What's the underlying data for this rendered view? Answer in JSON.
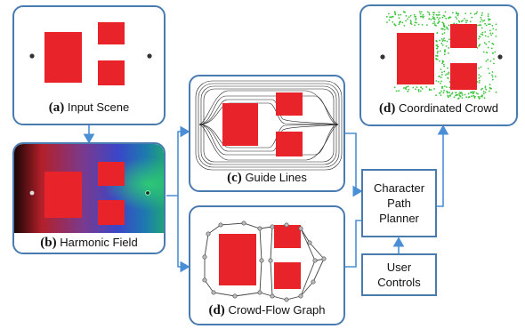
{
  "panels": {
    "input_scene": {
      "letter": "(a)",
      "label": "Input Scene"
    },
    "harmonic_field": {
      "letter": "(b)",
      "label": "Harmonic Field"
    },
    "guide_lines": {
      "letter": "(c)",
      "label": "Guide Lines"
    },
    "crowd_flow_graph": {
      "letter": "(d)",
      "label": "Crowd-Flow Graph"
    },
    "coordinated_crowd": {
      "letter": "(d)",
      "label": "Coordinated Crowd"
    }
  },
  "boxes": {
    "planner": {
      "line1": "Character",
      "line2": "Path",
      "line3": "Planner"
    },
    "user_controls": {
      "line1": "User",
      "line2": "Controls"
    }
  },
  "colors": {
    "obstacle": "#e8242a",
    "border": "#4a7bb0",
    "arrow": "#4a8fd6",
    "crowd": "#3cc43c",
    "guide_line": "#222222",
    "graph_node": "#888888"
  }
}
